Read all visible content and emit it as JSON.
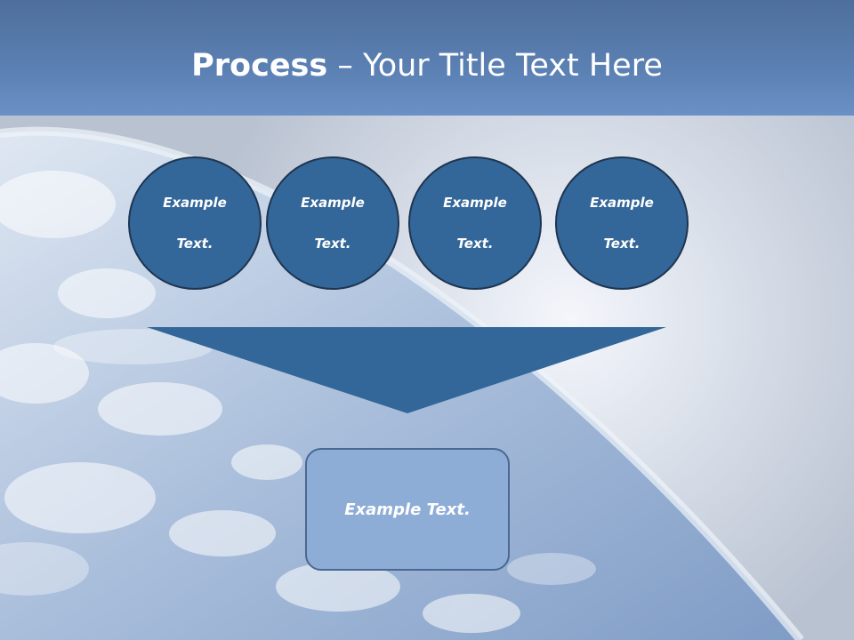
{
  "title": {
    "bold": "Process",
    "rest": " – Your Title Text Here"
  },
  "steps": [
    {
      "line1": "Example",
      "line2": "Text."
    },
    {
      "line1": "Example",
      "line2": "Text."
    },
    {
      "line1": "Example",
      "line2": "Text."
    },
    {
      "line1": "Example",
      "line2": "Text."
    }
  ],
  "result": {
    "label": "Example Text."
  },
  "colors": {
    "circle_fill": "#336699",
    "circle_border": "#1e3550",
    "funnel_fill": "#336699",
    "box_fill": "#8eadd6",
    "box_border": "#4a6891",
    "title_band": "#5b80b3"
  }
}
